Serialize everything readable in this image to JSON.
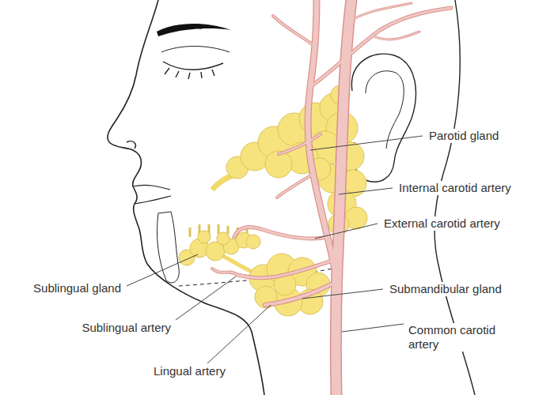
{
  "diagram": {
    "labels": [
      "Parotid gland",
      "Internal carotid artery",
      "External carotid artery",
      "Sublingual gland",
      "Sublingual artery",
      "Lingual artery",
      "Submandibular gland",
      "Common carotid artery"
    ]
  }
}
